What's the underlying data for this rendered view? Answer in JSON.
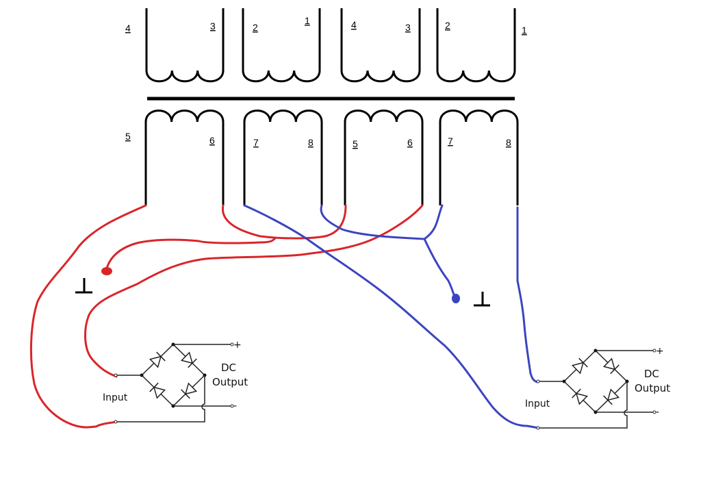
{
  "diagram": {
    "type": "transformer-wiring",
    "primary_windings": [
      {
        "id": "primary-1",
        "left_pin": "4",
        "right_pin": "3"
      },
      {
        "id": "primary-2",
        "left_pin": "2",
        "right_pin": "1"
      },
      {
        "id": "primary-3",
        "left_pin": "4",
        "right_pin": "3"
      },
      {
        "id": "primary-4",
        "left_pin": "2",
        "right_pin": "1"
      }
    ],
    "secondary_windings": [
      {
        "id": "secondary-1",
        "left_pin": "5",
        "right_pin": "6"
      },
      {
        "id": "secondary-2",
        "left_pin": "7",
        "right_pin": "8"
      },
      {
        "id": "secondary-3",
        "left_pin": "5",
        "right_pin": "6"
      },
      {
        "id": "secondary-4",
        "left_pin": "7",
        "right_pin": "8"
      }
    ],
    "wires": {
      "red": {
        "color": "#d9252a",
        "name": "red-circuit"
      },
      "blue": {
        "color": "#3b44c0",
        "name": "blue-circuit"
      }
    },
    "ground_symbol": "⊥",
    "rectifiers": [
      {
        "id": "rectifier-left",
        "input_label": "Input",
        "output_label_line1": "DC",
        "output_label_line2": "Output",
        "plus": "+",
        "minus": "-"
      },
      {
        "id": "rectifier-right",
        "input_label": "Input",
        "output_label_line1": "DC",
        "output_label_line2": "Output",
        "plus": "+",
        "minus": "-"
      }
    ]
  }
}
